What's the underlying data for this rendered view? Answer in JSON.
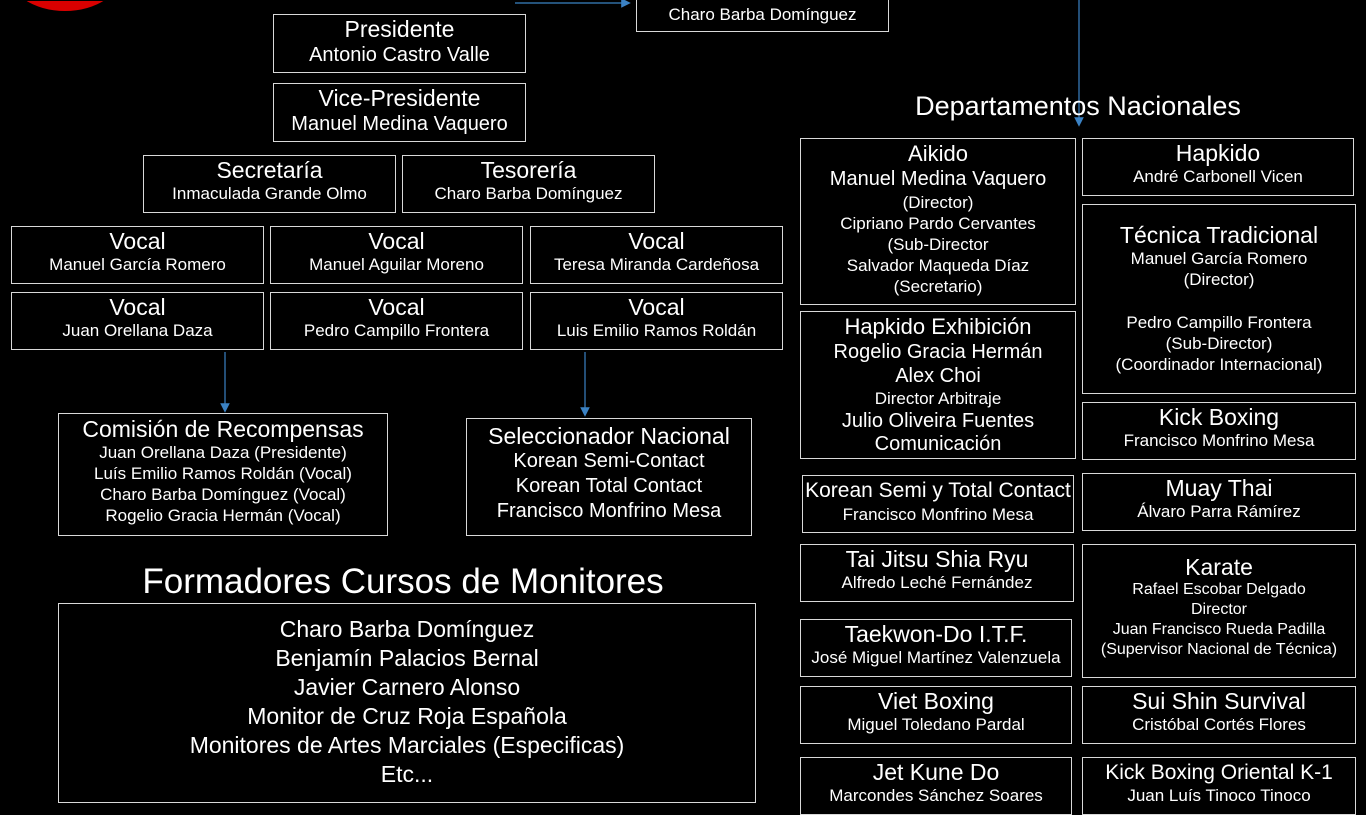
{
  "colors": {
    "background": "#000000",
    "border": "#d9d9d9",
    "text": "#ffffff",
    "connector": "#3b82c4",
    "logo_red": "#d90000",
    "logo_yellow": "#ffd400"
  },
  "top_box": {
    "name": "Charo Barba Domínguez"
  },
  "presidente": {
    "title": "Presidente",
    "name": "Antonio Castro Valle"
  },
  "vicepresidente": {
    "title": "Vice-Presidente",
    "name": "Manuel Medina Vaquero"
  },
  "secretaria": {
    "title": "Secretaría",
    "name": "Inmaculada Grande Olmo"
  },
  "tesoreria": {
    "title": "Tesorería",
    "name": "Charo Barba Domínguez"
  },
  "vocales": [
    {
      "title": "Vocal",
      "name": "Manuel García Romero"
    },
    {
      "title": "Vocal",
      "name": "Manuel Aguilar Moreno"
    },
    {
      "title": "Vocal",
      "name": "Teresa Miranda Cardeñosa"
    },
    {
      "title": "Vocal",
      "name": "Juan Orellana Daza"
    },
    {
      "title": "Vocal",
      "name": "Pedro Campillo Frontera"
    },
    {
      "title": "Vocal",
      "name": "Luis Emilio Ramos Roldán"
    }
  ],
  "comision": {
    "title": "Comisión de Recompensas",
    "lines": [
      "Juan Orellana Daza (Presidente)",
      "Luís Emilio Ramos Roldán (Vocal)",
      "Charo Barba Domínguez (Vocal)",
      "Rogelio Gracia Hermán (Vocal)"
    ]
  },
  "seleccionador": {
    "title": "Seleccionador Nacional",
    "lines": [
      "Korean Semi-Contact",
      "Korean Total Contact",
      "Francisco Monfrino Mesa"
    ]
  },
  "formadores": {
    "heading": "Formadores Cursos de Monitores",
    "lines": [
      "Charo Barba Domínguez",
      "Benjamín Palacios Bernal",
      "Javier Carnero Alonso",
      "Monitor de Cruz Roja Española",
      "Monitores de Artes Marciales (Especificas)",
      "Etc..."
    ]
  },
  "departamentos": {
    "heading": "Departamentos Nacionales",
    "aikido": {
      "title": "Aikido",
      "lines": [
        "Manuel Medina Vaquero",
        "(Director)",
        "Cipriano Pardo Cervantes",
        "(Sub-Director",
        "Salvador Maqueda Díaz",
        "(Secretario)"
      ]
    },
    "hapkido_exhibicion": {
      "title": "Hapkido Exhibición",
      "lines": [
        "Rogelio Gracia Hermán",
        "Alex Choi",
        "Director Arbitraje",
        "Julio Oliveira Fuentes",
        "Comunicación"
      ]
    },
    "korean": {
      "title": "Korean Semi y Total Contact",
      "name": "Francisco Monfrino Mesa"
    },
    "tai_jitsu": {
      "title": "Tai Jitsu Shia Ryu",
      "name": "Alfredo Leché Fernández"
    },
    "taekwondo": {
      "title": "Taekwon-Do I.T.F.",
      "name": "José Miguel Martínez Valenzuela"
    },
    "viet_boxing": {
      "title": "Viet Boxing",
      "name": "Miguel Toledano Pardal"
    },
    "jet_kune_do": {
      "title": "Jet Kune Do",
      "name": "Marcondes Sánchez Soares"
    },
    "hapkido": {
      "title": "Hapkido",
      "name": "André Carbonell Vicen"
    },
    "tecnica_tradicional": {
      "title": "Técnica Tradicional",
      "lines": [
        "Manuel García Romero",
        "(Director)",
        "Pedro Campillo Frontera",
        "(Sub-Director)",
        "(Coordinador Internacional)"
      ]
    },
    "kick_boxing": {
      "title": "Kick Boxing",
      "name": "Francisco Monfrino Mesa"
    },
    "muay_thai": {
      "title": "Muay Thai",
      "name": "Álvaro Parra Rámírez"
    },
    "karate": {
      "title": "Karate",
      "lines": [
        "Rafael Escobar Delgado",
        "Director",
        "Juan Francisco Rueda Padilla",
        "(Supervisor Nacional de Técnica)"
      ]
    },
    "sui_shin": {
      "title": "Sui Shin Survival",
      "name": "Cristóbal Cortés Flores"
    },
    "kick_boxing_oriental": {
      "title": "Kick Boxing Oriental K-1",
      "name": "Juan Luís Tinoco Tinoco"
    }
  }
}
